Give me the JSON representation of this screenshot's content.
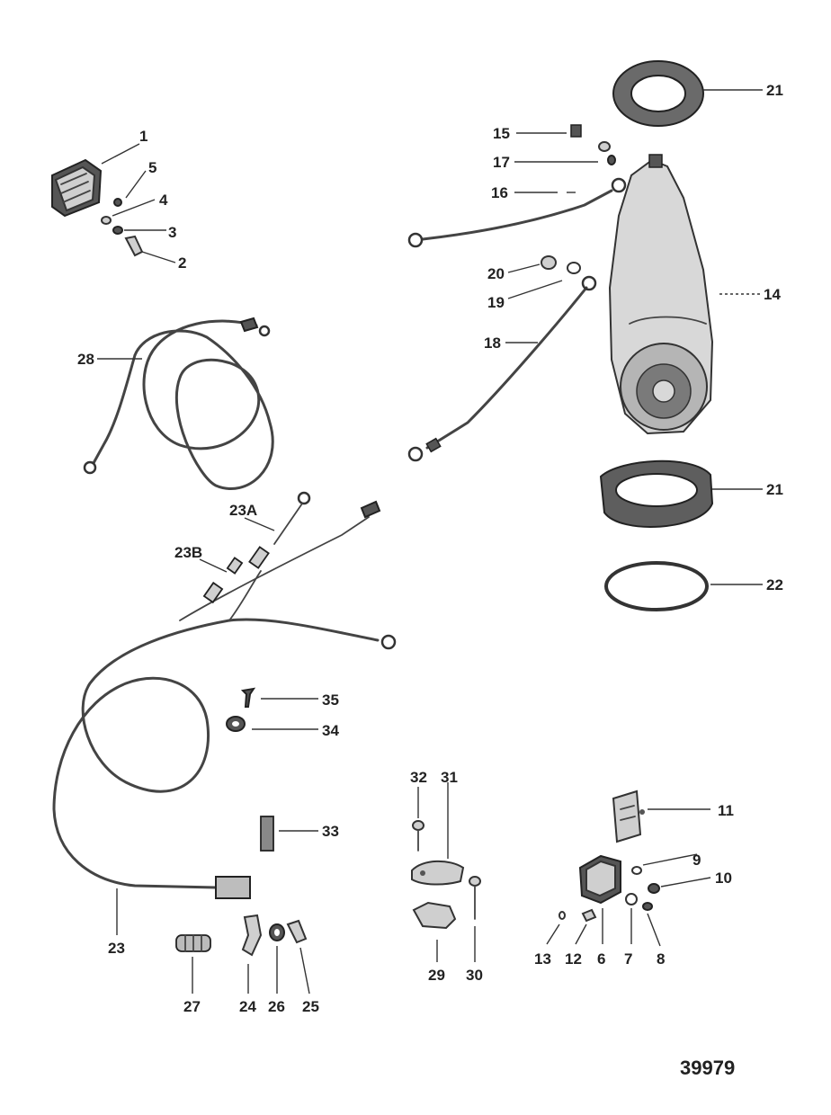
{
  "figure_number": "39979",
  "callouts": {
    "c1": "1",
    "c2": "2",
    "c3": "3",
    "c4": "4",
    "c5": "5",
    "c6": "6",
    "c7": "7",
    "c8": "8",
    "c9": "9",
    "c10": "10",
    "c11": "11",
    "c12": "12",
    "c13": "13",
    "c14": "14",
    "c15": "15",
    "c16": "16",
    "c17": "17",
    "c18": "18",
    "c19": "19",
    "c20": "20",
    "c21a": "21",
    "c21b": "21",
    "c22": "22",
    "c23": "23",
    "c23a": "23A",
    "c23b": "23B",
    "c24": "24",
    "c25": "25",
    "c26": "26",
    "c27": "27",
    "c28": "28",
    "c29": "29",
    "c30": "30",
    "c31": "31",
    "c32": "32",
    "c33": "33",
    "c34": "34",
    "c35": "35"
  }
}
